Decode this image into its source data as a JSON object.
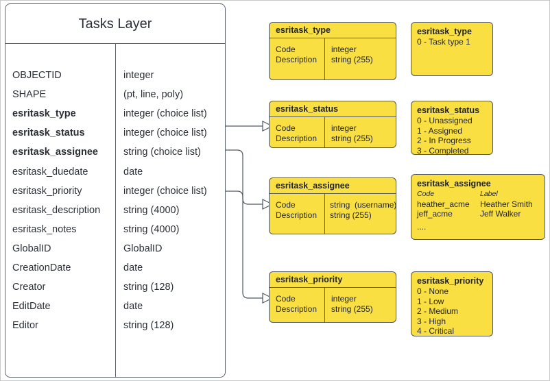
{
  "diagram": {
    "title": "Tasks Layer",
    "accent_color": "#fadf43",
    "line_color": "#4f5663"
  },
  "layer": {
    "title": "Tasks Layer",
    "fields": [
      {
        "name": "OBJECTID",
        "type": "integer",
        "bold": false
      },
      {
        "name": "SHAPE",
        "type": "(pt, line, poly)",
        "bold": false
      },
      {
        "name": "esritask_type",
        "type": "integer (choice list)",
        "bold": true
      },
      {
        "name": "esritask_status",
        "type": "integer (choice list)",
        "bold": true
      },
      {
        "name": "esritask_assignee",
        "type": "string (choice list)",
        "bold": true
      },
      {
        "name": "esritask_duedate",
        "type": "date",
        "bold": false
      },
      {
        "name": "esritask_priority",
        "type": "integer (choice list)",
        "bold": false
      },
      {
        "name": "esritask_description",
        "type": "string (4000)",
        "bold": false
      },
      {
        "name": "esritask_notes",
        "type": "string (4000)",
        "bold": false
      },
      {
        "name": "GlobalID",
        "type": "GlobalID",
        "bold": false
      },
      {
        "name": "CreationDate",
        "type": "date",
        "bold": false
      },
      {
        "name": "Creator",
        "type": "string (128)",
        "bold": false
      },
      {
        "name": "EditDate",
        "type": "date",
        "bold": false
      },
      {
        "name": "Editor",
        "type": "string (128)",
        "bold": false
      }
    ]
  },
  "tables": [
    {
      "header": "esritask_type",
      "left_column": [
        "Code",
        "Description"
      ],
      "right_column": [
        "integer",
        "string (255)"
      ]
    },
    {
      "header": "esritask_status",
      "left_column": [
        "Code",
        "Description"
      ],
      "right_column": [
        "integer",
        "string (255)"
      ]
    },
    {
      "header": "esritask_assignee",
      "left_column": [
        "Code",
        "Description"
      ],
      "right_column": [
        "string  (username)",
        "string (255)"
      ]
    },
    {
      "header": "esritask_priority",
      "left_column": [
        "Code",
        "Description"
      ],
      "right_column": [
        "integer",
        "string (255)"
      ]
    }
  ],
  "domains": [
    {
      "title": "esritask_type",
      "lines": [
        "0 - Task type 1"
      ]
    },
    {
      "title": "esritask_status",
      "lines": [
        "0 - Unassigned",
        "1 - Assigned",
        "2 - In Progress",
        "3 - Completed"
      ]
    },
    {
      "title": "esritask_assignee",
      "columns_header": {
        "code": "Code",
        "label": "Label"
      },
      "rows": [
        {
          "code": "heather_acme",
          "label": "Heather Smith"
        },
        {
          "code": "jeff_acme",
          "label": "Jeff Walker"
        }
      ],
      "ellipsis": "...."
    },
    {
      "title": "esritask_priority",
      "lines": [
        "0 - None",
        "1 - Low",
        "2 - Medium",
        "3 - High",
        "4 - Critical"
      ]
    }
  ]
}
